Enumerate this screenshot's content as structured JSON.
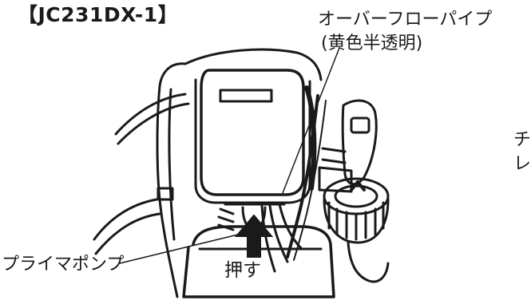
{
  "labels": {
    "model": "【JC231DX-1】",
    "overflow_pipe": "オーバーフローパイプ",
    "overflow_pipe_note": "(黄色半透明)",
    "primer_pump": "プライマポンプ",
    "push": "押す",
    "right_cut_1": "チ",
    "right_cut_2": "レ"
  },
  "colors": {
    "ink": "#1a1a1a",
    "background": "#ffffff"
  }
}
